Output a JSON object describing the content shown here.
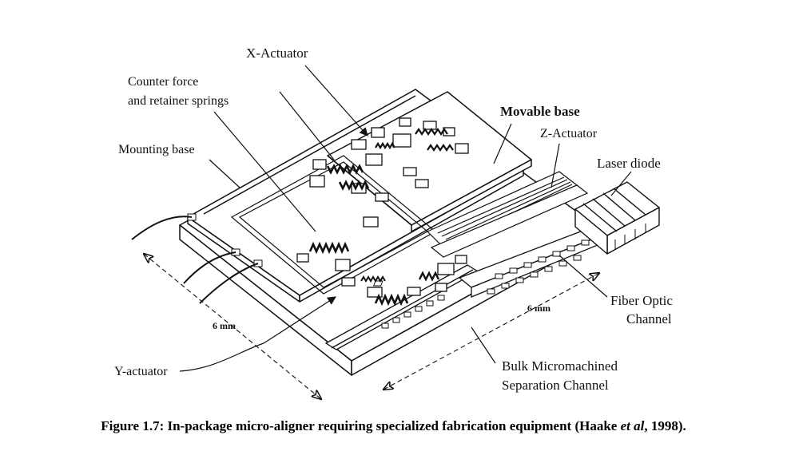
{
  "labels": {
    "x_actuator": "X-Actuator",
    "counter_force_1": "Counter force",
    "counter_force_2": "and retainer springs",
    "mounting_base": "Mounting base",
    "movable_base": "Movable base",
    "z_actuator": "Z-Actuator",
    "laser_diode": "Laser diode",
    "fiber_optic_1": "Fiber Optic",
    "fiber_optic_2": "Channel",
    "dim_left": "6 mm",
    "dim_right": "6 mm",
    "y_actuator": "Y-actuator",
    "bulk_1": "Bulk Micromachined",
    "bulk_2": "Separation Channel"
  },
  "caption": {
    "prefix": "Figure 1.7: In-package micro-aligner requiring specialized fabrication equipment (Haake ",
    "etal": "et al",
    "suffix": ", 1998)."
  }
}
